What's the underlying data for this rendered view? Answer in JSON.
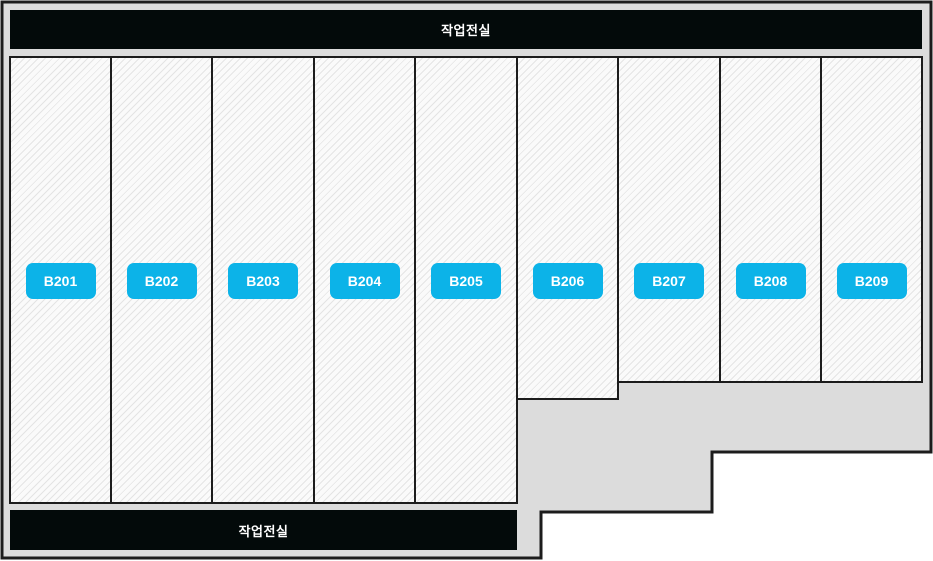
{
  "floor": {
    "background_color": "#dcdcdc",
    "outline_color": "#1c1c1c",
    "accent_color": "#0cb3e8",
    "top_corridor": {
      "label": "작업전실"
    },
    "bottom_corridor": {
      "label": "작업전실"
    },
    "rooms": [
      {
        "id": "B201",
        "label": "B201"
      },
      {
        "id": "B202",
        "label": "B202"
      },
      {
        "id": "B203",
        "label": "B203"
      },
      {
        "id": "B204",
        "label": "B204"
      },
      {
        "id": "B205",
        "label": "B205"
      },
      {
        "id": "B206",
        "label": "B206"
      },
      {
        "id": "B207",
        "label": "B207"
      },
      {
        "id": "B208",
        "label": "B208"
      },
      {
        "id": "B209",
        "label": "B209"
      }
    ]
  }
}
